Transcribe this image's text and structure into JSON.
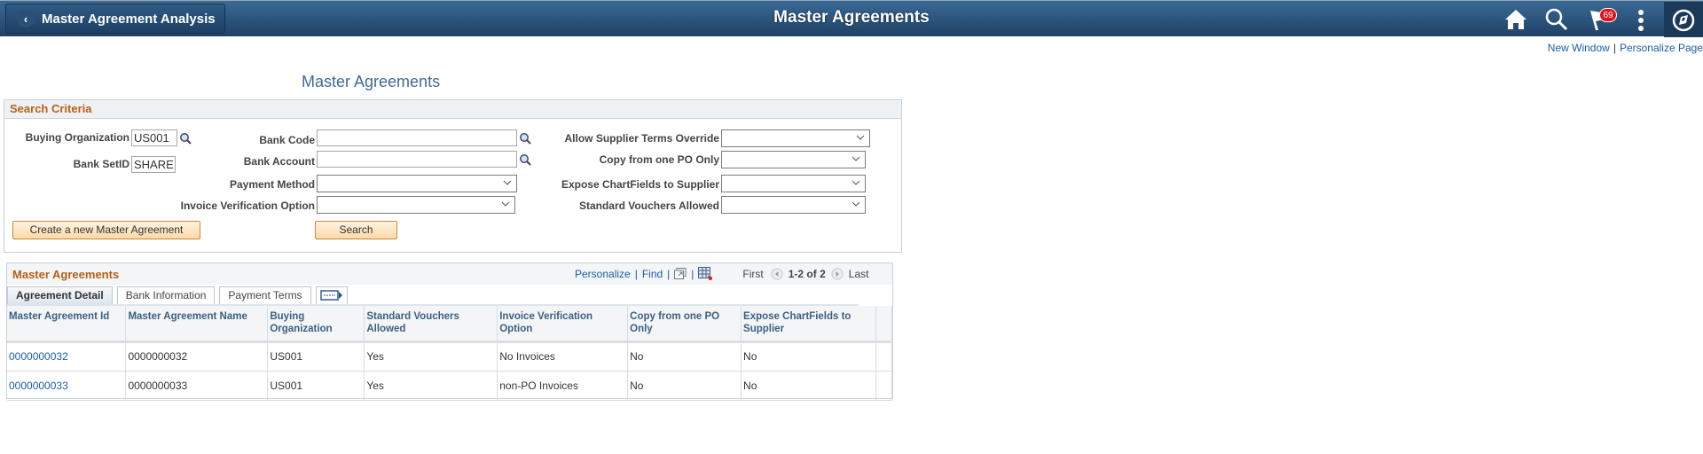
{
  "header": {
    "back_label": "Master Agreement Analysis",
    "title": "Master Agreements",
    "notification_count": "69",
    "icons": [
      "home-icon",
      "search-icon",
      "flag-icon",
      "more-vertical-icon",
      "navbar-compass-icon"
    ]
  },
  "top_links": {
    "new_window": "New Window",
    "personalize_page": "Personalize Page"
  },
  "page_title": "Master Agreements",
  "search_criteria": {
    "title": "Search Criteria",
    "fields": {
      "buying_org": {
        "label": "Buying Organization",
        "value": "US001"
      },
      "bank_setid": {
        "label": "Bank SetID",
        "value": "SHARE"
      },
      "bank_code": {
        "label": "Bank Code",
        "value": ""
      },
      "bank_account": {
        "label": "Bank Account",
        "value": ""
      },
      "payment_method": {
        "label": "Payment Method",
        "value": ""
      },
      "invoice_verification": {
        "label": "Invoice Verification Option",
        "value": ""
      },
      "allow_supplier_terms": {
        "label": "Allow Supplier Terms Override",
        "value": ""
      },
      "copy_one_po": {
        "label": "Copy from one PO Only",
        "value": ""
      },
      "expose_chartfields": {
        "label": "Expose ChartFields to Supplier",
        "value": ""
      },
      "standard_vouchers": {
        "label": "Standard Vouchers Allowed",
        "value": ""
      }
    },
    "create_button": "Create a new Master Agreement",
    "search_button": "Search"
  },
  "grid": {
    "title": "Master Agreements",
    "personalize": "Personalize",
    "find": "Find",
    "first": "First",
    "range": "1-2 of 2",
    "last": "Last",
    "tabs": [
      {
        "label": "Agreement Detail",
        "active": true
      },
      {
        "label": "Bank Information",
        "active": false
      },
      {
        "label": "Payment Terms",
        "active": false
      }
    ],
    "columns": [
      "Master Agreement Id",
      "Master Agreement Name",
      "Buying Organization",
      "Standard Vouchers Allowed",
      "Invoice Verification Option",
      "Copy from one PO Only",
      "Expose ChartFields to Supplier"
    ],
    "rows": [
      [
        "0000000032",
        "0000000032",
        "US001",
        "Yes",
        "No Invoices",
        "No",
        "No"
      ],
      [
        "0000000033",
        "0000000033",
        "US001",
        "Yes",
        "non-PO Invoices",
        "No",
        "No"
      ]
    ]
  }
}
